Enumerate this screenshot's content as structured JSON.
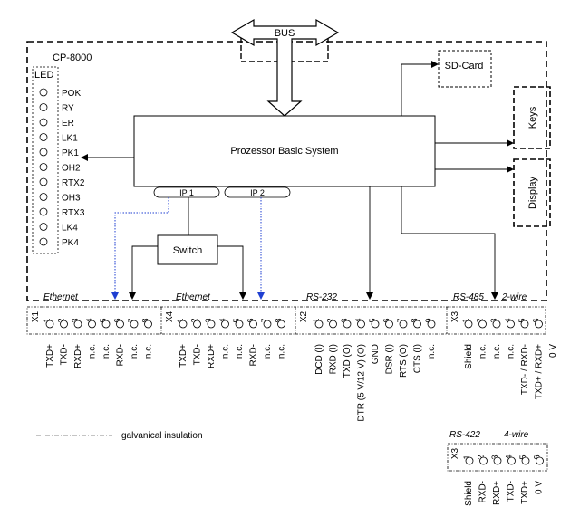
{
  "device": "CP-8000",
  "bus": "BUS",
  "sd_card": "SD-Card",
  "keys": "Keys",
  "display": "Display",
  "processor": "Prozessor Basic System",
  "ip1": "IP 1",
  "ip2": "IP 2",
  "switch": "Switch",
  "led": {
    "title": "LED",
    "items": [
      "POK",
      "RY",
      "ER",
      "LK1",
      "PK1",
      "OH2",
      "RTX2",
      "OH3",
      "RTX3",
      "LK4",
      "PK4"
    ]
  },
  "sections": {
    "eth1": "Ethernet",
    "eth2": "Ethernet",
    "rs232": "RS-232",
    "rs485": "RS-485",
    "rs485_wire": "2-wire",
    "rs422": "RS-422",
    "rs422_wire": "4-wire"
  },
  "connectors": {
    "x1": {
      "label": "X1",
      "pins": [
        "1",
        "2",
        "3",
        "4",
        "5",
        "6",
        "7",
        "8"
      ],
      "signals": [
        "TXD+",
        "TXD-",
        "RXD+",
        "n.c.",
        "n.c.",
        "RXD-",
        "n.c.",
        "n.c."
      ]
    },
    "x4": {
      "label": "X4",
      "pins": [
        "1",
        "2",
        "3",
        "4",
        "5",
        "6",
        "7",
        "8"
      ],
      "signals": [
        "TXD+",
        "TXD-",
        "RXD+",
        "n.c.",
        "n.c.",
        "RXD-",
        "n.c.",
        "n.c."
      ]
    },
    "x2": {
      "label": "X2",
      "pins": [
        "1",
        "2",
        "3",
        "4",
        "5",
        "6",
        "7",
        "8",
        "9"
      ],
      "signals": [
        "DCD (I)",
        "RXD (I)",
        "TXD (O)",
        "DTR (5 V/12 V) (O)",
        "GND",
        "DSR (I)",
        "RTS (O)",
        "CTS (I)",
        "n.c."
      ]
    },
    "x3": {
      "label": "X3",
      "pins": [
        "1",
        "2",
        "3",
        "4",
        "5",
        "6"
      ],
      "signals": [
        "Shield",
        "n.c.",
        "n.c.",
        "n.c.",
        "TXD- / RXD-",
        "TXD+ / RXD+",
        "0 V"
      ]
    },
    "x3b": {
      "label": "X3",
      "pins": [
        "1",
        "2",
        "3",
        "4",
        "5",
        "6"
      ],
      "signals": [
        "Shield",
        "RXD-",
        "RXD+",
        "TXD-",
        "TXD+",
        "0 V"
      ]
    }
  },
  "legend": "galvanical insulation"
}
